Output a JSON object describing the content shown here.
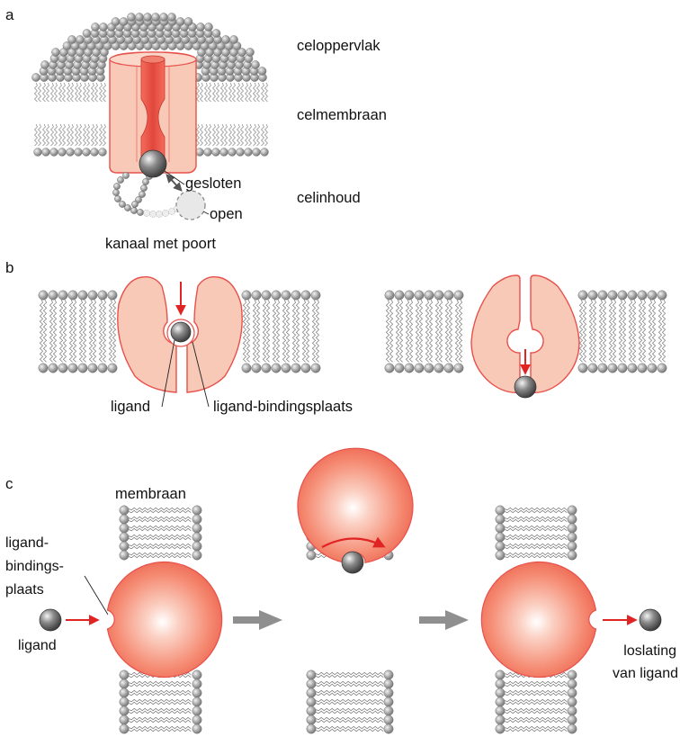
{
  "panels": {
    "a": {
      "letter": "a",
      "labels": {
        "cell_surface": "celoppervlak",
        "cell_membrane": "celmembraan",
        "cell_content": "celinhoud",
        "closed": "gesloten",
        "open": "open",
        "caption": "kanaal met poort"
      }
    },
    "b": {
      "letter": "b",
      "labels": {
        "ligand": "ligand",
        "binding_site": "ligand-bindingsplaats"
      }
    },
    "c": {
      "letter": "c",
      "labels": {
        "membrane": "membraan",
        "binding_site_lines": [
          "ligand-",
          "bindings-",
          "plaats"
        ],
        "ligand": "ligand",
        "release_lines": [
          "loslating",
          "van ligand"
        ]
      }
    }
  },
  "colors": {
    "protein_fill": "#f9c9b8",
    "protein_stroke": "#e8504a",
    "channel": "#e8554a",
    "arrow_red": "#e02424",
    "arrow_gray": "#8f8f8f",
    "lipid_head": "#9a9a9a",
    "ligand": "#6a6a6a"
  }
}
